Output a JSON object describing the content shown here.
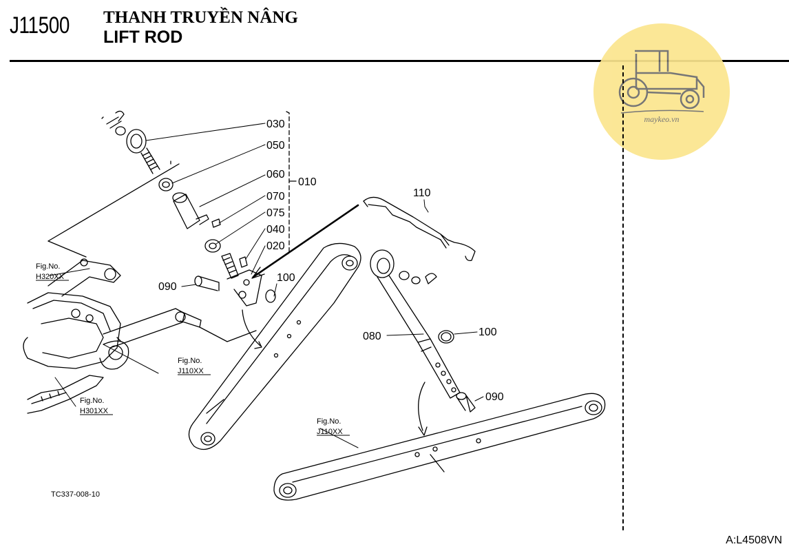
{
  "header": {
    "code": "J11500",
    "title_vn": "THANH TRUYỀN NÂNG",
    "title_en": "LIFT ROD"
  },
  "watermark": {
    "text": "maykeo.vn",
    "color": "#fbe58e"
  },
  "callouts": {
    "p030": "030",
    "p050": "050",
    "p060": "060",
    "p070": "070",
    "p075": "075",
    "p040": "040",
    "p020": "020",
    "p010": "010",
    "p110": "110",
    "p090_a": "090",
    "p100_a": "100",
    "p080": "080",
    "p100_b": "100",
    "p090_b": "090"
  },
  "fig_refs": {
    "h320": {
      "line1": "Fig.No.",
      "line2": "H320XX"
    },
    "j110_a": {
      "line1": "Fig.No.",
      "line2": "J110XX"
    },
    "h301": {
      "line1": "Fig.No.",
      "line2": "H301XX"
    },
    "j110_b": {
      "line1": "Fig.No.",
      "line2": "J110XX"
    }
  },
  "drawing_code": "TC337-008-10",
  "footer_code": "A:L4508VN"
}
